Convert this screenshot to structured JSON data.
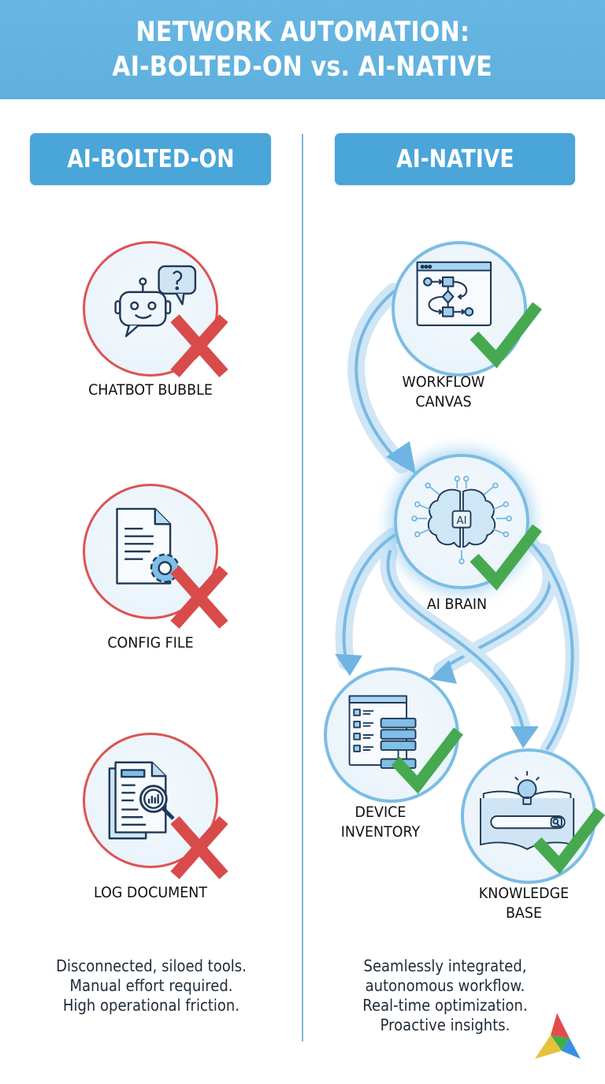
{
  "header": {
    "title_line1": "NETWORK AUTOMATION:",
    "title_line2": "AI-BOLTED-ON vs. AI-NATIVE",
    "background_color": "#62b2df"
  },
  "columns": {
    "left": {
      "heading": "AI-BOLTED-ON",
      "status_color": "#dc5454",
      "status_icon": "cross-icon",
      "items": [
        {
          "label": "CHATBOT BUBBLE",
          "icon": "chatbot-icon"
        },
        {
          "label": "CONFIG FILE",
          "icon": "config-file-icon"
        },
        {
          "label": "LOG DOCUMENT",
          "icon": "log-document-icon"
        }
      ],
      "description": [
        "Disconnected, siloed tools.",
        "Manual effort required.",
        "High operational friction."
      ]
    },
    "right": {
      "heading": "AI-NATIVE",
      "status_color": "#4caf50",
      "status_icon": "checkmark-icon",
      "items": [
        {
          "label_line1": "WORKFLOW",
          "label_line2": "CANVAS",
          "icon": "workflow-canvas-icon"
        },
        {
          "label_line1": "AI BRAIN",
          "icon": "ai-brain-icon",
          "center_text": "AI"
        },
        {
          "label_line1": "DEVICE",
          "label_line2": "INVENTORY",
          "icon": "device-inventory-icon"
        },
        {
          "label_line1": "KNOWLEDGE",
          "label_line2": "BASE",
          "icon": "knowledge-base-icon"
        }
      ],
      "flows": [
        {
          "from": "WORKFLOW CANVAS",
          "to": "AI BRAIN"
        },
        {
          "from": "AI BRAIN",
          "to": "DEVICE INVENTORY"
        },
        {
          "from": "AI BRAIN",
          "to": "DEVICE INVENTORY"
        },
        {
          "from": "AI BRAIN",
          "to": "KNOWLEDGE BASE"
        },
        {
          "from": "KNOWLEDGE BASE",
          "to": "AI BRAIN"
        }
      ],
      "description": [
        "Seamlessly integrated,",
        "autonomous workflow.",
        "Real-time optimization.",
        "Proactive insights."
      ]
    }
  },
  "logo": {
    "icon": "triangle-logo-icon",
    "colors": [
      "#e44b4b",
      "#3fae49",
      "#3a8ee6",
      "#e8c13a"
    ]
  }
}
